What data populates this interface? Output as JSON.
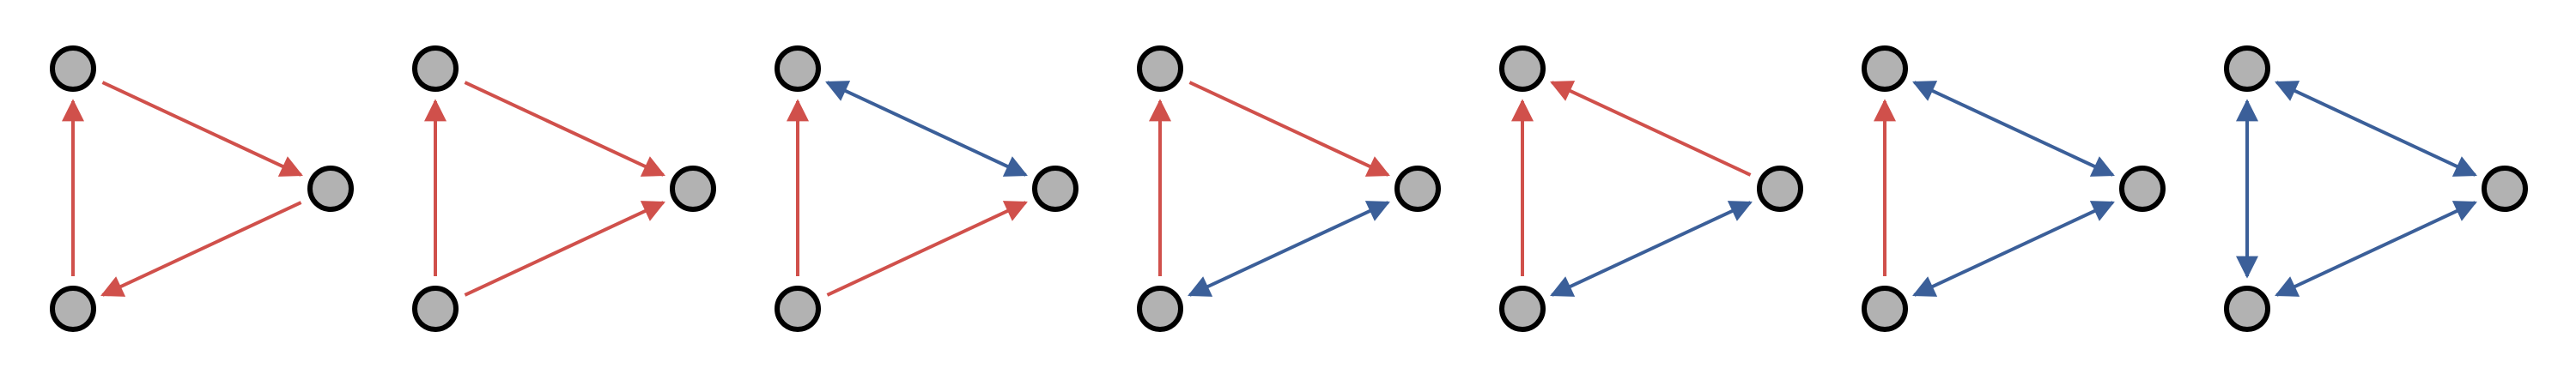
{
  "colors": {
    "one_way_edge": "#d0504b",
    "mutual_edge": "#3b5f99",
    "node_fill": "#b2b2b2",
    "node_stroke": "#000000",
    "background": "#ffffff"
  },
  "nodes": [
    "top",
    "right",
    "bottom"
  ],
  "motifs": [
    {
      "edges": [
        {
          "from": "bottom",
          "to": "top",
          "type": "one-way"
        },
        {
          "from": "top",
          "to": "right",
          "type": "one-way"
        },
        {
          "from": "right",
          "to": "bottom",
          "type": "one-way"
        }
      ]
    },
    {
      "edges": [
        {
          "from": "bottom",
          "to": "top",
          "type": "one-way"
        },
        {
          "from": "top",
          "to": "right",
          "type": "one-way"
        },
        {
          "from": "bottom",
          "to": "right",
          "type": "one-way"
        }
      ]
    },
    {
      "edges": [
        {
          "from": "bottom",
          "to": "top",
          "type": "one-way"
        },
        {
          "from": "top",
          "to": "right",
          "type": "mutual"
        },
        {
          "from": "bottom",
          "to": "right",
          "type": "one-way"
        }
      ]
    },
    {
      "edges": [
        {
          "from": "bottom",
          "to": "top",
          "type": "one-way"
        },
        {
          "from": "top",
          "to": "right",
          "type": "one-way"
        },
        {
          "from": "right",
          "to": "bottom",
          "type": "mutual"
        }
      ]
    },
    {
      "edges": [
        {
          "from": "bottom",
          "to": "top",
          "type": "one-way"
        },
        {
          "from": "right",
          "to": "top",
          "type": "one-way"
        },
        {
          "from": "right",
          "to": "bottom",
          "type": "mutual"
        }
      ]
    },
    {
      "edges": [
        {
          "from": "bottom",
          "to": "top",
          "type": "one-way"
        },
        {
          "from": "top",
          "to": "right",
          "type": "mutual"
        },
        {
          "from": "right",
          "to": "bottom",
          "type": "mutual"
        }
      ]
    },
    {
      "edges": [
        {
          "from": "bottom",
          "to": "top",
          "type": "mutual"
        },
        {
          "from": "top",
          "to": "right",
          "type": "mutual"
        },
        {
          "from": "right",
          "to": "bottom",
          "type": "mutual"
        }
      ]
    }
  ]
}
